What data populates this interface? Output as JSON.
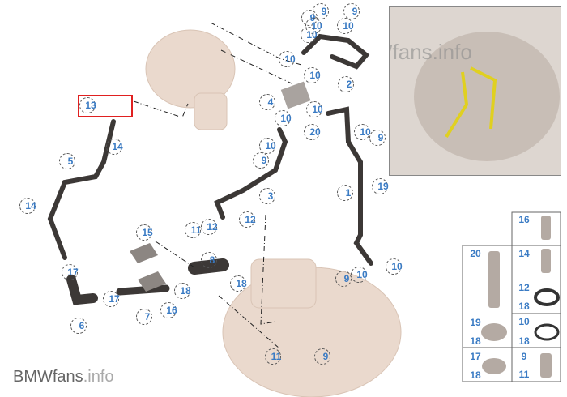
{
  "watermark": {
    "brand": "BMWfans",
    "suffix": ".info"
  },
  "inset_watermark": "BMWfans.info",
  "callouts": [
    "9",
    "9",
    "10",
    "10",
    "9",
    "10",
    "10",
    "10",
    "2",
    "4",
    "10",
    "10",
    "20",
    "10",
    "9",
    "10",
    "9",
    "3",
    "1",
    "19",
    "13",
    "14",
    "5",
    "14",
    "11",
    "12",
    "12",
    "15",
    "17",
    "17",
    "6",
    "7",
    "16",
    "8",
    "18",
    "18",
    "9",
    "10",
    "10",
    "11",
    "9"
  ],
  "parts_table": [
    "16",
    "20",
    "14",
    "12",
    "18",
    "19",
    "10",
    "18",
    "18",
    "17",
    "9",
    "18",
    "11"
  ],
  "colors": {
    "callout": "#3a7bc4",
    "highlight": "#e02020",
    "pipe": "#3c3836",
    "turbo": "#e8d8cc"
  }
}
